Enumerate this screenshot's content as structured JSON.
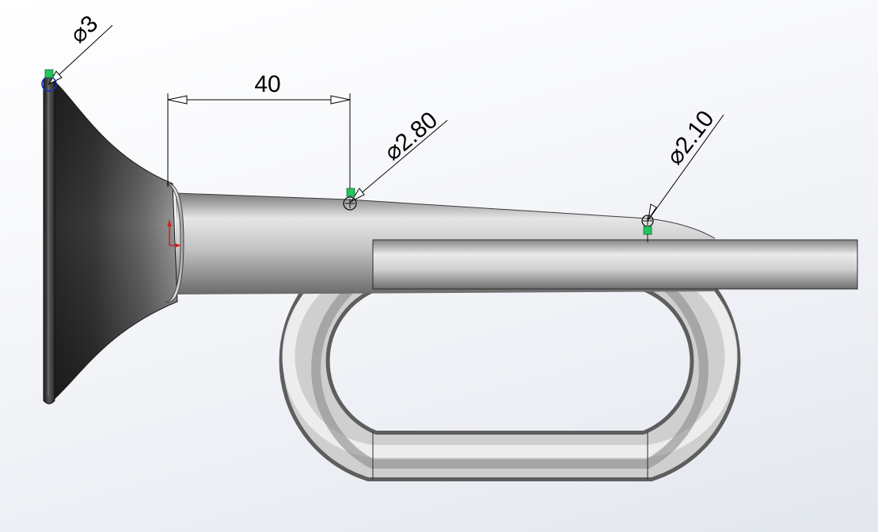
{
  "dimensions": {
    "bell_diameter": {
      "symbol": "⌀",
      "value": "3"
    },
    "length": {
      "value": "40"
    },
    "mid_diameter": {
      "symbol": "⌀",
      "value": "2.80"
    },
    "end_diameter": {
      "symbol": "⌀",
      "value": "2.10"
    }
  },
  "colors": {
    "background_top": "#ffffff",
    "background_bottom": "#e3e7ee",
    "tube_dark": "#4a4a4a",
    "tube_light": "#e2e2e2",
    "dimension_line": "#000000",
    "endpoint_marker": "#22c55e",
    "selected_point": "#1d2fbf"
  }
}
